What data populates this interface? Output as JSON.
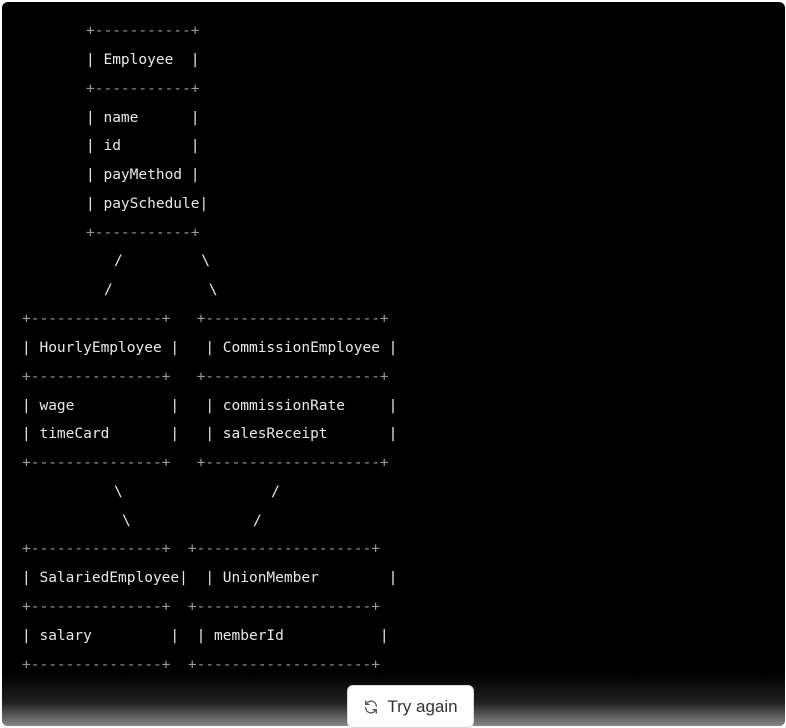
{
  "diagram": {
    "lines": [
      "+-----------+",
      "| Employee  |",
      "+-----------+",
      "| name      |",
      "| id        |",
      "| payMethod |",
      "| paySchedule|",
      "+-----------+",
      "/         \\",
      "/           \\",
      "+---------------+   +--------------------+",
      "| HourlyEmployee |   | CommissionEmployee |",
      "+---------------+   +--------------------+",
      "| wage           |   | commissionRate     |",
      "| timeCard       |   | salesReceipt       |",
      "+---------------+   +--------------------+",
      "\\                 /",
      "\\              /",
      "+---------------+  +--------------------+",
      "| SalariedEmployee|  | UnionMember        |",
      "+---------------+  +--------------------+",
      "| salary         |  | memberId           |",
      "+---------------+  +--------------------+"
    ]
  },
  "actions": {
    "try_again_label": "Try again",
    "try_again_icon": "refresh-icon"
  }
}
